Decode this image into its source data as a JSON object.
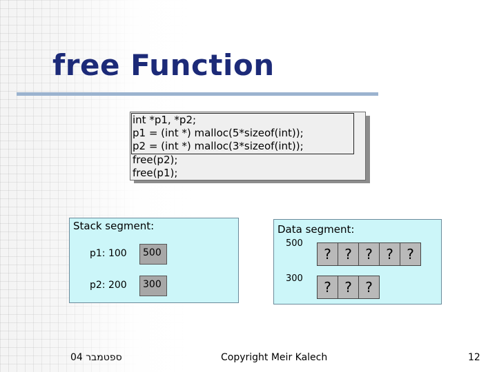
{
  "slide": {
    "title": "free Function",
    "code_lines": [
      "int *p1, *p2;",
      "p1 = (int *) malloc(5*sizeof(int));",
      "p2 = (int *) malloc(3*sizeof(int));",
      "free(p2);",
      "free(p1);"
    ]
  },
  "stack": {
    "label": "Stack segment:",
    "vars": [
      {
        "label": "p1: 100",
        "value": "500"
      },
      {
        "label": "p2: 200",
        "value": "300"
      }
    ]
  },
  "data_segment": {
    "label": "Data segment:",
    "blocks": [
      {
        "addr": "500",
        "cells": [
          "?",
          "?",
          "?",
          "?",
          "?"
        ]
      },
      {
        "addr": "300",
        "cells": [
          "?",
          "?",
          "?"
        ]
      }
    ]
  },
  "footer": {
    "left": "ספטמבר 04",
    "center": "Copyright Meir Kalech",
    "page": "12"
  },
  "colors": {
    "title": "#1c2a78",
    "panel_bg": "#ccf6f9",
    "value_box": "#a7a7a7",
    "title_underline": "#9bb3cf"
  }
}
